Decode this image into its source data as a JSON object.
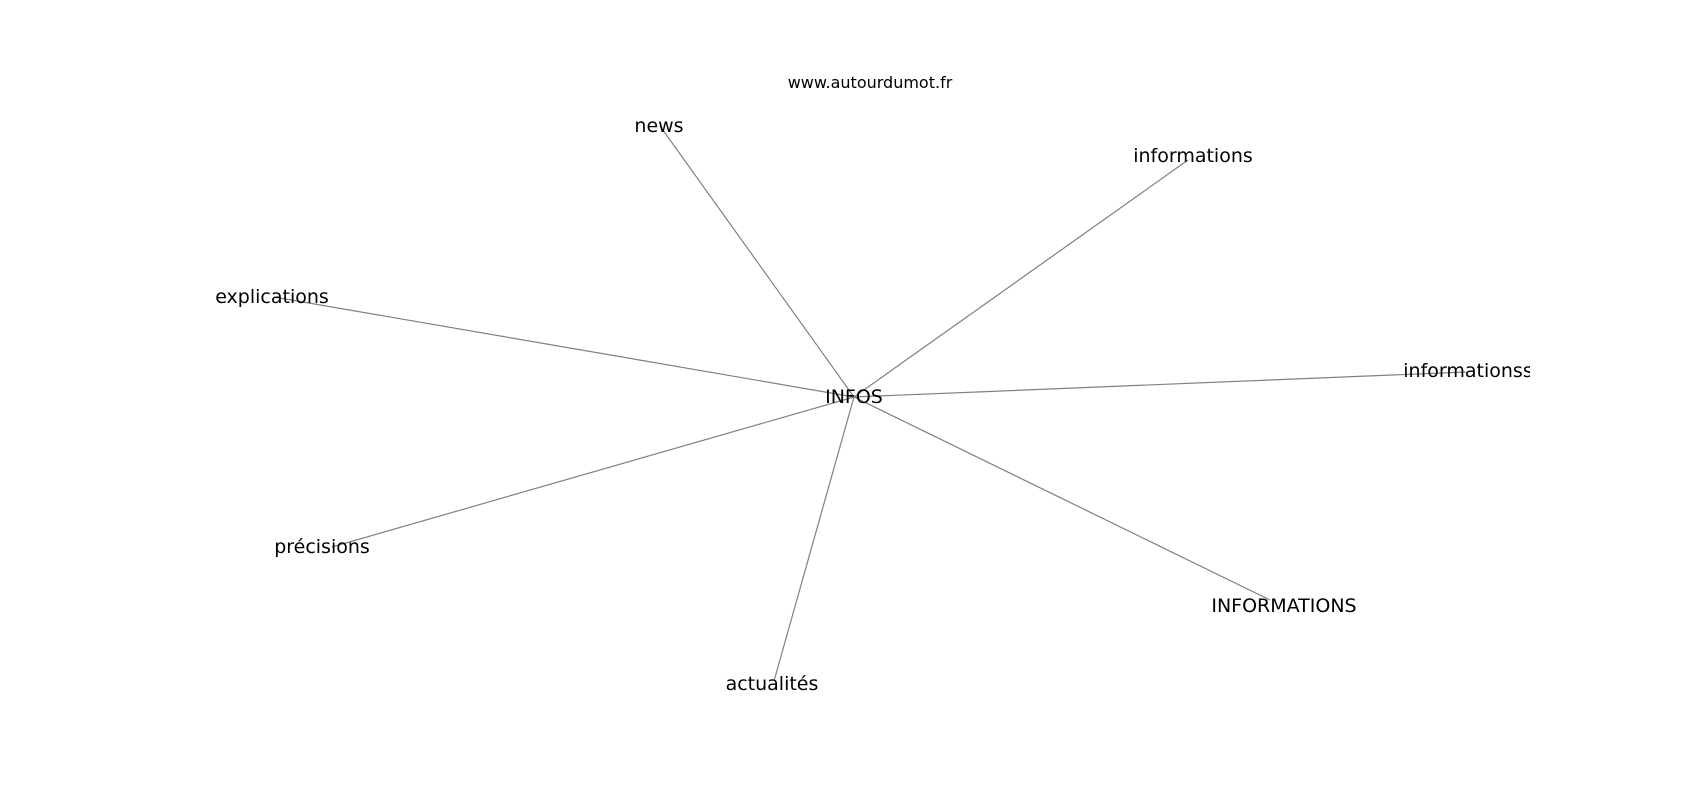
{
  "source": "www.autourdumot.fr",
  "center": {
    "label": "INFOS"
  },
  "neighbors": [
    {
      "id": "news",
      "label": "news"
    },
    {
      "id": "informations",
      "label": "informations"
    },
    {
      "id": "explications",
      "label": "explications"
    },
    {
      "id": "informationss",
      "label": "informationss"
    },
    {
      "id": "precisions",
      "label": "précisions"
    },
    {
      "id": "informations-upper",
      "label": "INFORMATIONS"
    },
    {
      "id": "actualites",
      "label": "actualités"
    }
  ],
  "colors": {
    "edge": "#808080",
    "text": "#000000",
    "background": "#ffffff"
  }
}
